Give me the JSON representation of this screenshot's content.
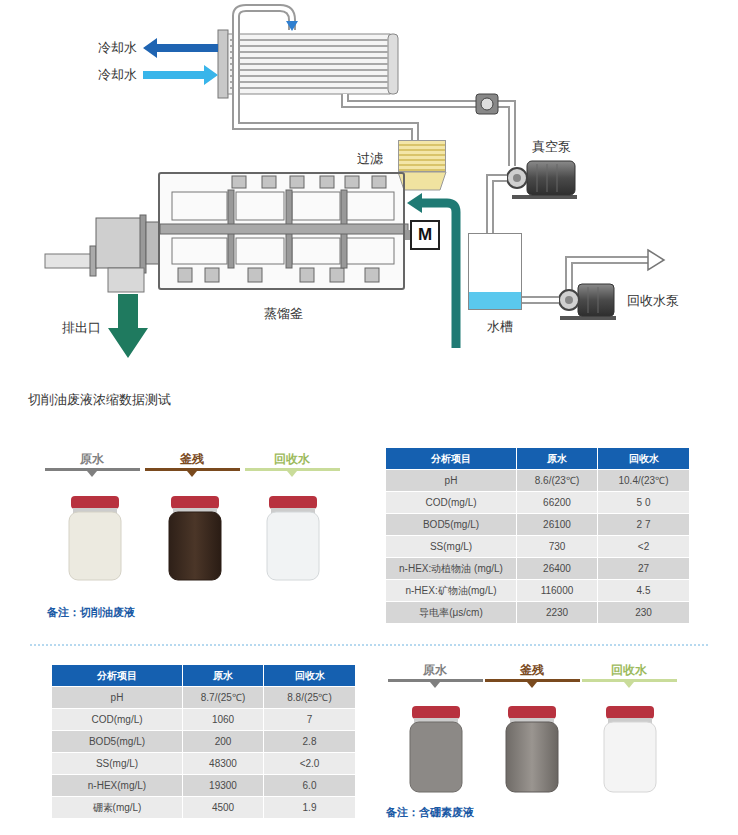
{
  "diagram": {
    "title": "切削油废液浓缩数据测试",
    "nodes": [
      {
        "text": [
          "过滤"
        ]
      },
      {
        "text": [
          "蒸馏釜"
        ]
      },
      {
        "text": [
          "M"
        ]
      },
      {
        "text": [
          "真空泵"
        ]
      },
      {
        "text": [
          "水槽"
        ]
      },
      {
        "text": [
          "回收水泵"
        ]
      }
    ],
    "edges": [
      {
        "from": 3,
        "to": 4,
        "arrow": "none"
      },
      {
        "from": 4,
        "to": 5,
        "arrow": "none"
      }
    ],
    "labels": [
      "冷却水",
      "冷却水",
      "排出口",
      "原水",
      "釜残",
      "回收水",
      "分析项目",
      "原水",
      "回收水",
      "pH",
      "8.6/(23℃)",
      "10.4/(23℃)",
      "COD(mg/L)",
      "66200",
      "5 0",
      "BOD5(mg/L)",
      "26100",
      "2 7",
      "SS(mg/L)",
      "730",
      "<2",
      "n-HEX:动植物油 (mg/L)",
      "26400",
      "27",
      "n-HEX:矿物油(mg/L)",
      "116000",
      "4.5",
      "导电率(μs/cm)",
      "2230",
      "230",
      "备注：切削油废液",
      "分析项目",
      "原水",
      "回收水",
      "pH",
      "8.7/(25℃)",
      "8.8/(25℃)",
      "COD(mg/L)",
      "1060",
      "7",
      "BOD5(mg/L)",
      "200",
      "2.8",
      "SS(mg/L)",
      "48300",
      "<2.0",
      "n-HEX(mg/L)",
      "19300",
      "6.0",
      "硼素(mg/L)",
      "4500",
      "1.9",
      "原水",
      "釜残",
      "回收水",
      "备注：含硼素废液"
    ]
  }
}
